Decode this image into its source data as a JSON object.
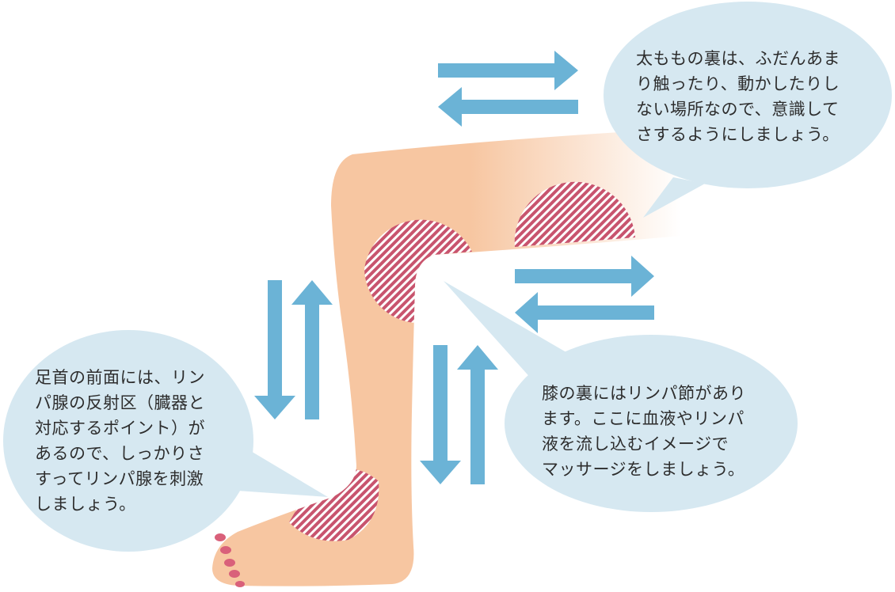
{
  "colors": {
    "skin": "#f7c6a1",
    "bubble": "#d6e8f1",
    "arrow": "#6bb3d6",
    "hatch": "#c8546e",
    "nail": "#d9607a",
    "text": "#2d2d2d"
  },
  "callouts": {
    "thigh": {
      "lines": [
        "太ももの裏は、ふだんあま",
        "り触ったり、動かしたりし",
        "ない場所なので、意識して",
        "さするようにしましょう。"
      ]
    },
    "knee": {
      "lines": [
        "膝の裏にはリンパ節があり",
        "ます。ここに血液やリンパ",
        "液を流し込むイメージで",
        "マッサージをしましょう。"
      ]
    },
    "ankle": {
      "lines": [
        "足首の前面には、リン",
        "パ腺の反射区（臓器と",
        "対応するポイント）が",
        "あるので、しっかりさ",
        "すってリンパ腺を刺激",
        "しましょう。"
      ]
    }
  },
  "icons": {
    "arrows": [
      "arrow-right-icon",
      "arrow-left-icon",
      "arrow-up-icon",
      "arrow-down-icon"
    ],
    "massage_zones": [
      "hatched-zone"
    ]
  }
}
